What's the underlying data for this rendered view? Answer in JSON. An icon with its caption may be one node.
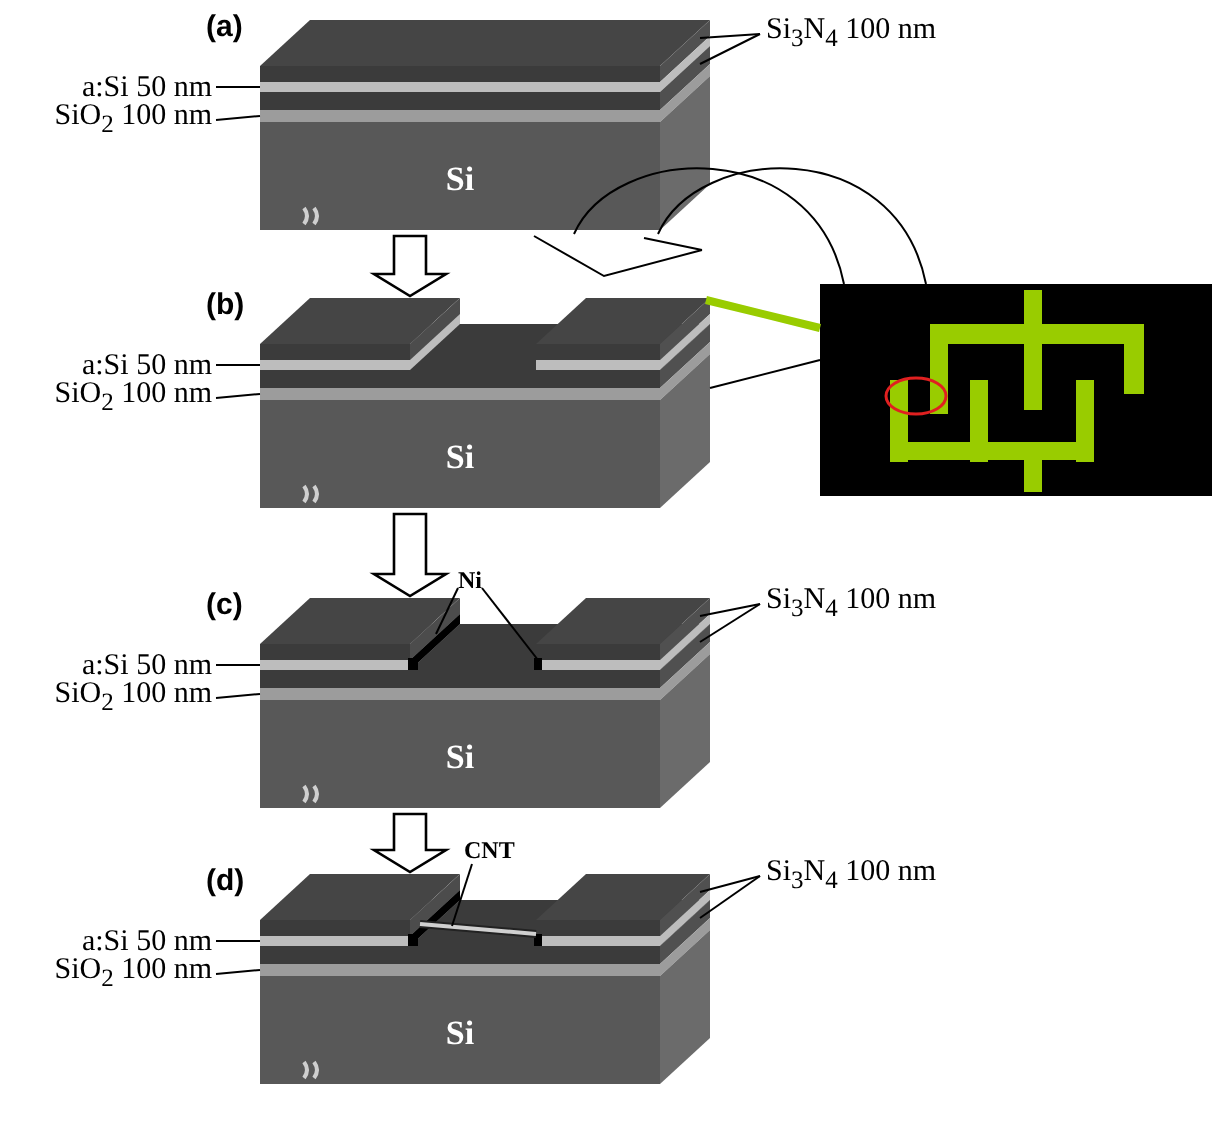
{
  "diagram": {
    "nodes": [
      {
        "text": [
          "Si"
        ],
        "beside": [
          "(a)"
        ]
      },
      {
        "text": [
          "Si$_{3}$N$_{4}$ 100 nm"
        ]
      },
      {
        "text": [
          "a:Si 50 nm"
        ]
      },
      {
        "text": [
          "SiO$_{2}$ 100 nm"
        ]
      },
      {
        "text": [
          "Si"
        ],
        "beside": [
          "(b)"
        ]
      },
      {
        "text": [
          "a:Si 50 nm"
        ]
      },
      {
        "text": [
          "SiO$_{2}$ 100 nm"
        ]
      },
      {
        "text": [],
        "shape": "picture"
      },
      {
        "text": [
          "Si"
        ],
        "beside": [
          "(c)"
        ]
      },
      {
        "text": [
          "Ni"
        ]
      },
      {
        "text": [
          "Si$_{3}$N$_{4}$ 100 nm"
        ]
      },
      {
        "text": [
          "a:Si 50 nm"
        ]
      },
      {
        "text": [
          "SiO$_{2}$ 100 nm"
        ]
      },
      {
        "text": [
          "Si"
        ],
        "beside": [
          "(d)"
        ]
      },
      {
        "text": [
          "CNT"
        ]
      },
      {
        "text": [
          "Si$_{3}$N$_{4}$ 100 nm"
        ]
      },
      {
        "text": [
          "a:Si 50 nm"
        ]
      },
      {
        "text": [
          "SiO$_{2}$ 100 nm"
        ]
      }
    ],
    "edges": [
      {
        "from": 1,
        "to": 0,
        "arrow": "none"
      },
      {
        "from": 1,
        "to": 0,
        "arrow": "none"
      },
      {
        "from": 2,
        "to": 0,
        "arrow": "none"
      },
      {
        "from": 3,
        "to": 0,
        "arrow": "none"
      },
      {
        "from": 0,
        "to": 4,
        "arrow": "to"
      },
      {
        "from": 0,
        "to": 7,
        "arrow": "none"
      },
      {
        "from": 0,
        "to": 7,
        "arrow": "none"
      },
      {
        "from": 5,
        "to": 4,
        "arrow": "none"
      },
      {
        "from": 6,
        "to": 4,
        "arrow": "none"
      },
      {
        "from": 4,
        "to": 7,
        "arrow": "none",
        "style": "thick",
        "color": "#99cc00"
      },
      {
        "from": 4,
        "to": 7,
        "arrow": "none"
      },
      {
        "from": 4,
        "to": 8,
        "arrow": "to"
      },
      {
        "from": 9,
        "to": 8,
        "arrow": "none"
      },
      {
        "from": 9,
        "to": 8,
        "arrow": "none"
      },
      {
        "from": 10,
        "to": 8,
        "arrow": "none"
      },
      {
        "from": 10,
        "to": 8,
        "arrow": "none"
      },
      {
        "from": 11,
        "to": 8,
        "arrow": "none"
      },
      {
        "from": 12,
        "to": 8,
        "arrow": "none"
      },
      {
        "from": 8,
        "to": 13,
        "arrow": "to"
      },
      {
        "from": 14,
        "to": 13,
        "arrow": "none"
      },
      {
        "from": 15,
        "to": 13,
        "arrow": "none"
      },
      {
        "from": 15,
        "to": 13,
        "arrow": "none"
      },
      {
        "from": 16,
        "to": 13,
        "arrow": "none"
      },
      {
        "from": 17,
        "to": 13,
        "arrow": "none"
      }
    ]
  }
}
